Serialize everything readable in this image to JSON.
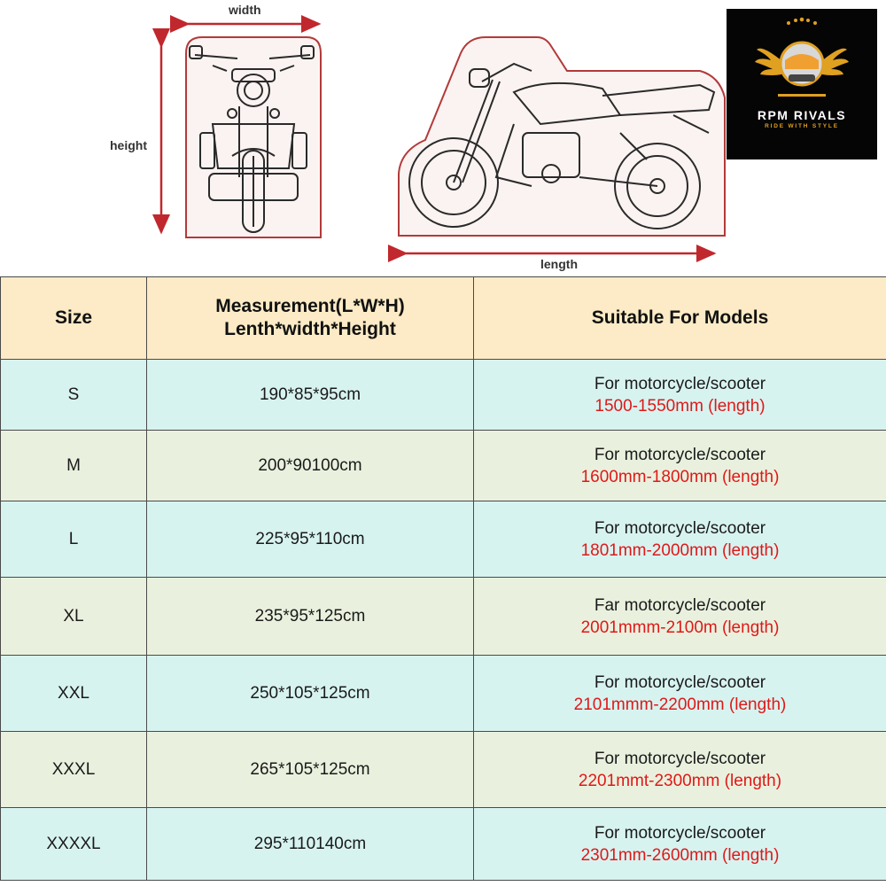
{
  "diagram": {
    "width_label": "width",
    "height_label": "height",
    "length_label": "length"
  },
  "logo": {
    "brand": "RPM RIVALS",
    "tagline": "RIDE WITH STYLE",
    "accent_color": "#e0a020"
  },
  "table": {
    "header": {
      "size": "Size",
      "measurement_line1": "Measurement(L*W*H)",
      "measurement_line2": "Lenth*width*Height",
      "models": "Suitable For Models"
    },
    "rows": [
      {
        "size": "S",
        "measurement": "190*85*95cm",
        "model": "For motorcycle/scooter",
        "length": "1500-1550mm (length)"
      },
      {
        "size": "M",
        "measurement": "200*90100cm",
        "model": "For motorcycle/scooter",
        "length": "1600mm-1800mm (length)"
      },
      {
        "size": "L",
        "measurement": "225*95*110cm",
        "model": "For motorcycle/scooter",
        "length": "1801mm-2000mm (length)"
      },
      {
        "size": "XL",
        "measurement": "235*95*125cm",
        "model": "Far motorcycle/scooter",
        "length": "2001mmm-2100m (length)"
      },
      {
        "size": "XXL",
        "measurement": "250*105*125cm",
        "model": "For motorcycle/scooter",
        "length": "2101mmm-2200mm (length)"
      },
      {
        "size": "XXXL",
        "measurement": "265*105*125cm",
        "model": "For motorcycle/scooter",
        "length": "2201mmt-2300mm (length)"
      },
      {
        "size": "XXXXL",
        "measurement": "295*110140cm",
        "model": "For motorcycle/scooter",
        "length": "2301mm-2600mm (length)"
      }
    ],
    "colors": {
      "header_bg": "#fcebc6",
      "row_a_bg": "#d7f3f0",
      "row_b_bg": "#e9f1de",
      "length_text": "#e01818",
      "border": "#4a4a4a"
    }
  }
}
